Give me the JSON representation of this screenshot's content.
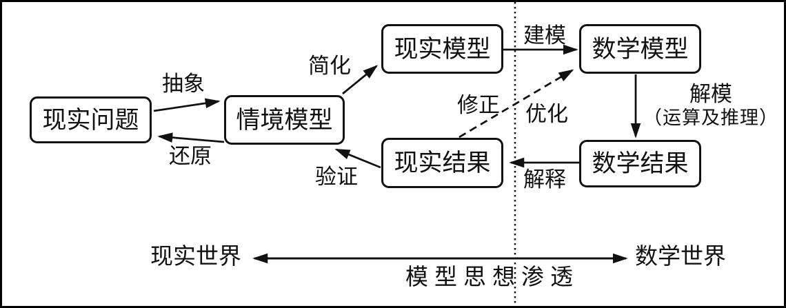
{
  "diagram": {
    "title_semantic": "mathematical-modeling-process-flowchart",
    "colors": {
      "ink": "#111111",
      "background": "#ffffff"
    },
    "boxes": [
      {
        "id": "real-problem",
        "label": "现实问题"
      },
      {
        "id": "situation-model",
        "label": "情境模型"
      },
      {
        "id": "real-model",
        "label": "现实模型"
      },
      {
        "id": "math-model",
        "label": "数学模型"
      },
      {
        "id": "math-result",
        "label": "数学结果"
      },
      {
        "id": "real-result",
        "label": "现实结果"
      }
    ],
    "edge_labels": {
      "abstract": "抽象",
      "restore": "还原",
      "simplify": "简化",
      "build": "建模",
      "solve": "解模",
      "solve_note": "（运算及推理）",
      "interpret": "解释",
      "verify": "验证",
      "revise": "修正",
      "optimize": "优化"
    },
    "footer": {
      "left_world": "现实世界",
      "right_world": "数学世界",
      "caption": "模型思想渗透"
    }
  }
}
